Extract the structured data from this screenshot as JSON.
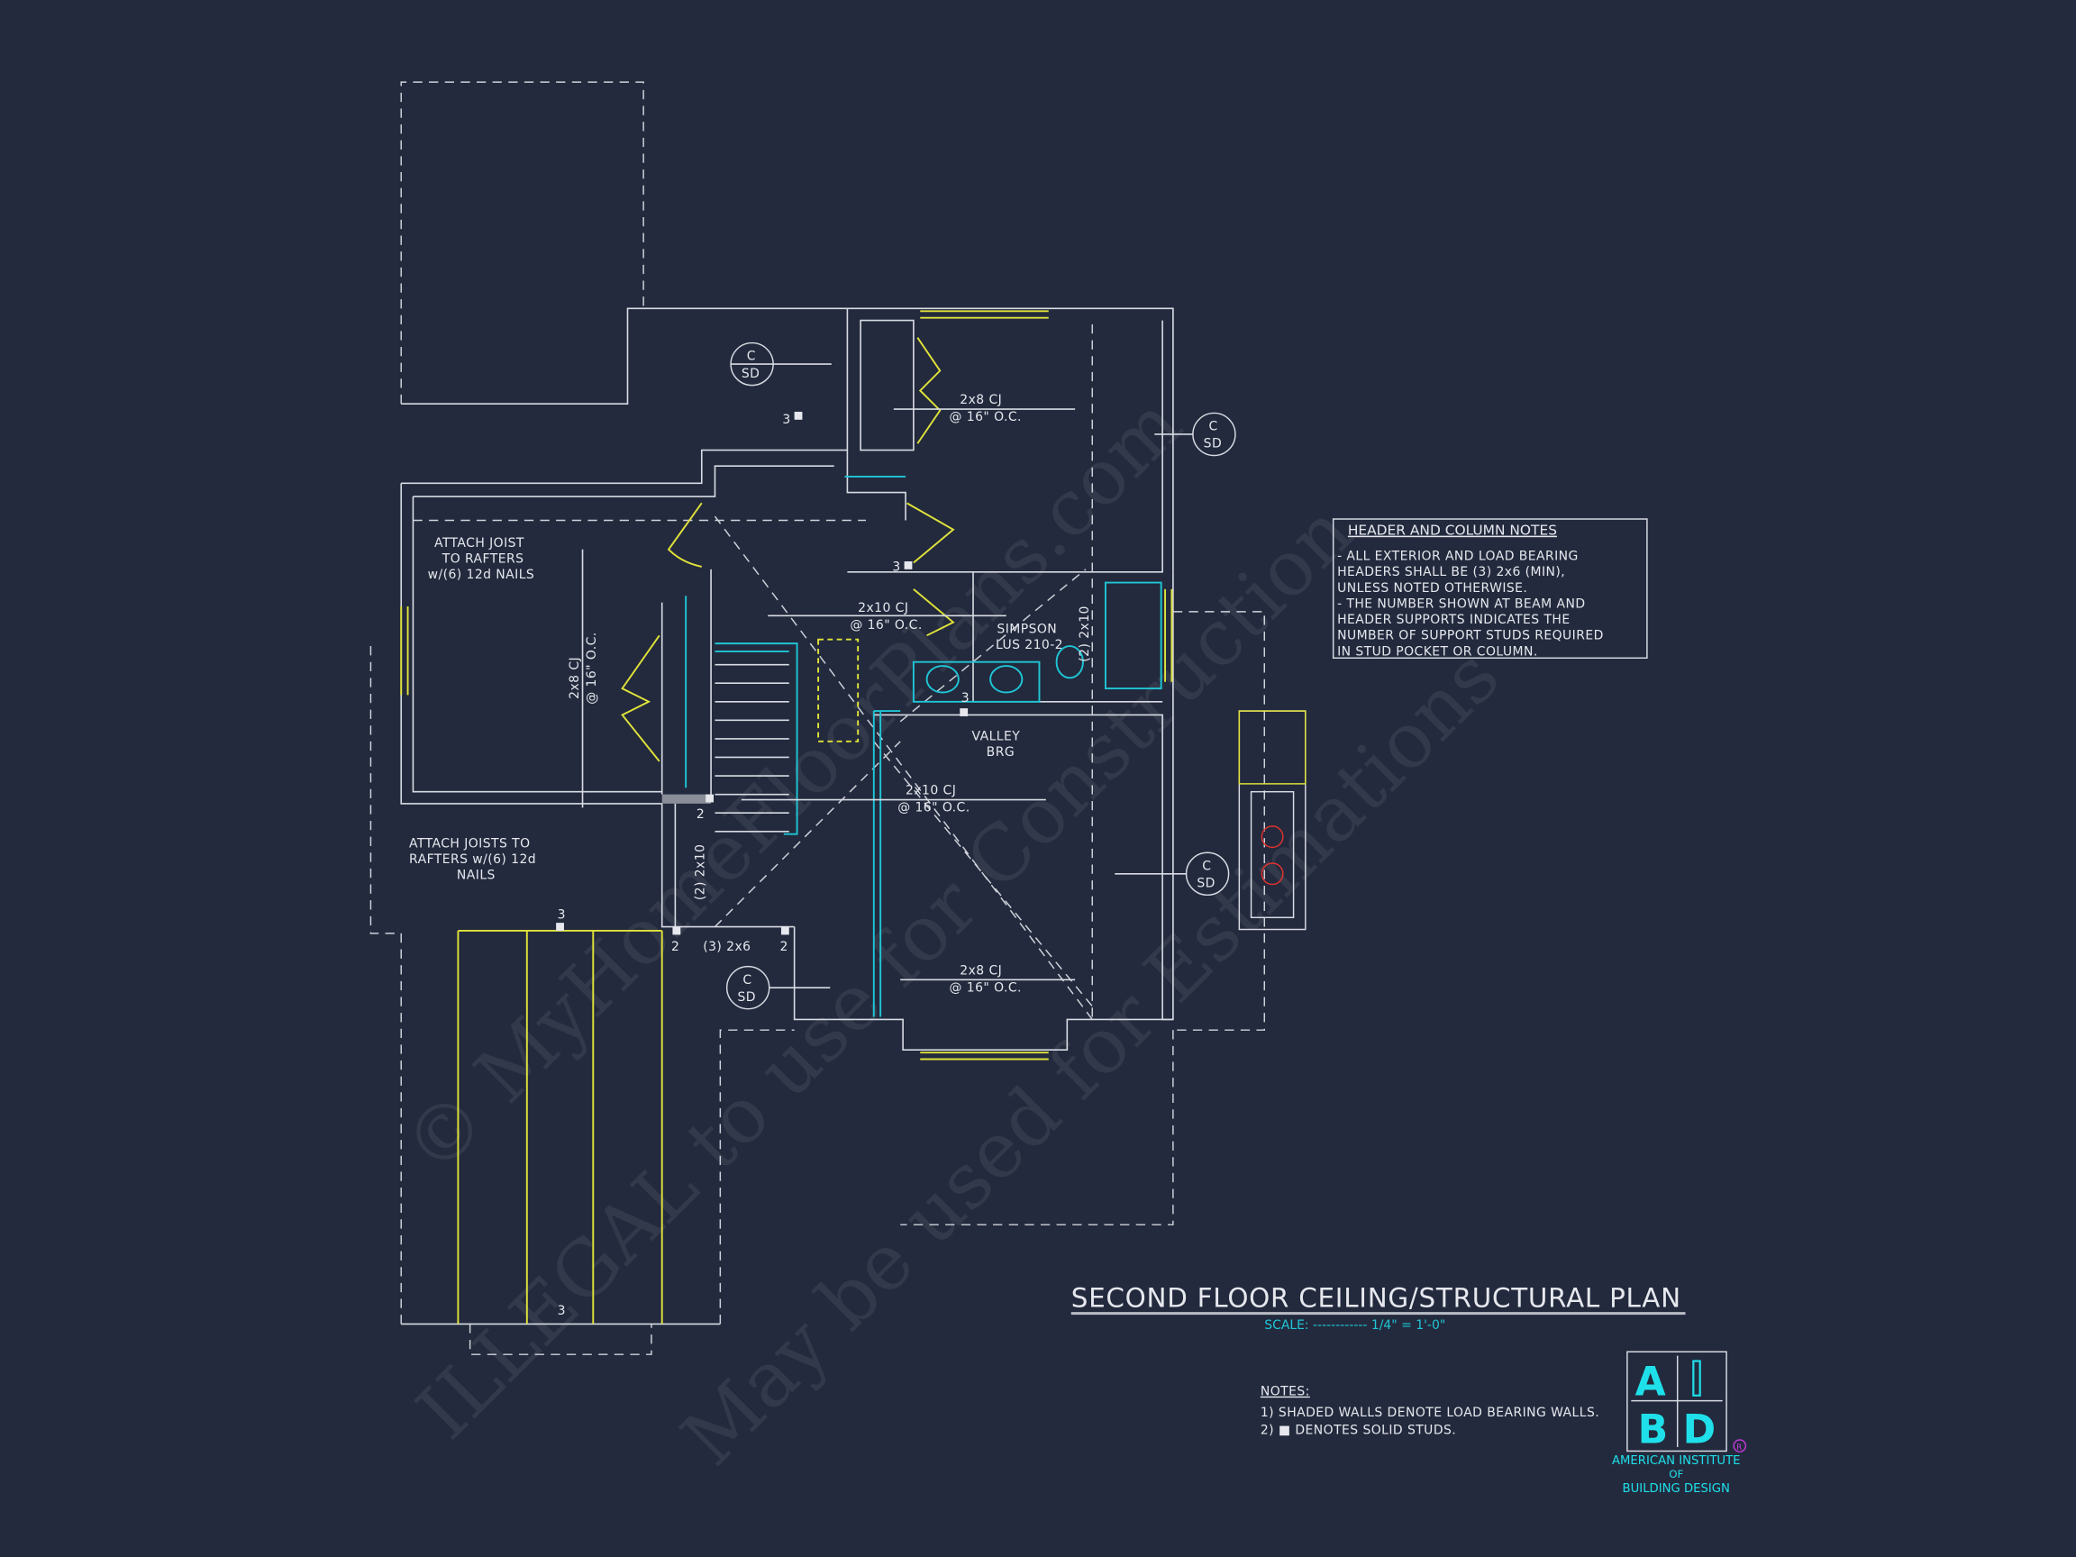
{
  "drawing": {
    "title": "SECOND FLOOR CEILING/STRUCTURAL PLAN",
    "scale": "SCALE: ------------ 1/4\" = 1'-0\""
  },
  "header_notes": {
    "title": "HEADER AND COLUMN NOTES",
    "lines": [
      "- ALL EXTERIOR AND LOAD BEARING",
      "HEADERS SHALL BE (3) 2x6 (MIN),",
      "UNLESS NOTED OTHERWISE.",
      "- THE NUMBER SHOWN AT BEAM AND",
      "HEADER SUPPORTS INDICATES THE",
      "NUMBER OF SUPPORT STUDS REQUIRED",
      "IN STUD POCKET OR COLUMN."
    ]
  },
  "notes": {
    "title": "NOTES:",
    "items": [
      "1) SHADED WALLS DENOTE LOAD BEARING WALLS.",
      "2) ■ DENOTES SOLID STUDS."
    ]
  },
  "logo": {
    "letters": [
      "A",
      "I",
      "B",
      "D"
    ],
    "line1": "AMERICAN INSTITUTE",
    "line2": "OF",
    "line3": "BUILDING DESIGN",
    "registered": "R"
  },
  "watermark": [
    "© MyHomeFloorPlans.com",
    "ILLEGAL to use for Construction",
    "May be used for Estimations"
  ],
  "labels": {
    "cj_top_1": "2x8 CJ",
    "cj_top_2": "@ 16\" O.C.",
    "cj_mid_1": "2x10 CJ",
    "cj_mid_2": "@ 16\" O.C.",
    "cj_low_1": "2x10 CJ",
    "cj_low_2": "@ 16\" O.C.",
    "cj_bot_1": "2x8 CJ",
    "cj_bot_2": "@ 16\" O.C.",
    "cj_left_1": "2x8 CJ",
    "cj_left_2": "@ 16\" O.C.",
    "attach1_1": "ATTACH JOIST",
    "attach1_2": "TO RAFTERS",
    "attach1_3": "w/(6) 12d NAILS",
    "attach2_1": "ATTACH JOISTS TO",
    "attach2_2": "RAFTERS w/(6) 12d",
    "attach2_3": "NAILS",
    "simpson_1": "SIMPSON",
    "simpson_2": "LUS 210-2",
    "valley_1": "VALLEY",
    "valley_2": "BRG",
    "beam_2x10_a": "(2) 2x10",
    "beam_2x10_b": "(2) 2x10",
    "header_3_2x6": "(3) 2x6",
    "stud": [
      "3",
      "3",
      "3",
      "3",
      "3",
      "2",
      "2",
      "2"
    ],
    "sd_c": "C",
    "sd_sd": "SD"
  }
}
